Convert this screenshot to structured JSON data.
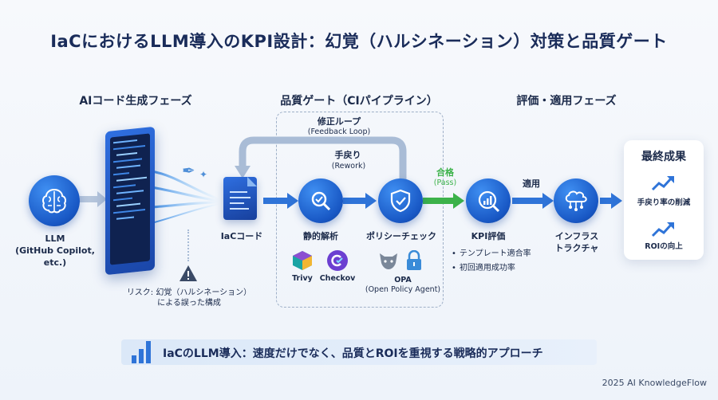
{
  "title": "IaCにおけるLLM導入のKPI設計：幻覚（ハルシネーション）対策と品質ゲート",
  "phases": {
    "ai": "AIコード生成フェーズ",
    "gate": "品質ゲート（CIパイプライン）",
    "eval": "評価・適用フェーズ"
  },
  "llm": {
    "label": "LLM\n(GitHub Copilot,\netc.)"
  },
  "risk": {
    "label": "リスク: 幻覚（ハルシネーション）\nによる誤った構成"
  },
  "iac_code": {
    "label": "IaCコード"
  },
  "feedback": {
    "label": "修正ループ",
    "sub": "(Feedback Loop)"
  },
  "rework": {
    "label": "手戻り",
    "sub": "(Rework)"
  },
  "static": {
    "label": "静的解析",
    "tools": [
      "Trivy",
      "Checkov"
    ]
  },
  "policy": {
    "label": "ポリシーチェック",
    "tool": "OPA",
    "tool_sub": "(Open Policy Agent)"
  },
  "pass": {
    "label": "合格",
    "sub": "(Pass)"
  },
  "kpi": {
    "label": "KPI評価",
    "bullets": [
      "テンプレート適合率",
      "初回適用成功率"
    ]
  },
  "apply": {
    "label": "適用"
  },
  "infra": {
    "label": "インフラス\nトラクチャ"
  },
  "result": {
    "title": "最終成果",
    "items": [
      "手戻り率の削減",
      "ROIの向上"
    ]
  },
  "bottom": {
    "text": "IaCのLLM導入：速度だけでなく、品質とROIを重視する戦略的アプローチ"
  },
  "footer": "2025 AI KnowledgeFlow",
  "colors": {
    "primary": "#1857c4",
    "pass": "#3cb24a",
    "arrow": "#2f74d8",
    "loop": "#a9bcd6"
  }
}
